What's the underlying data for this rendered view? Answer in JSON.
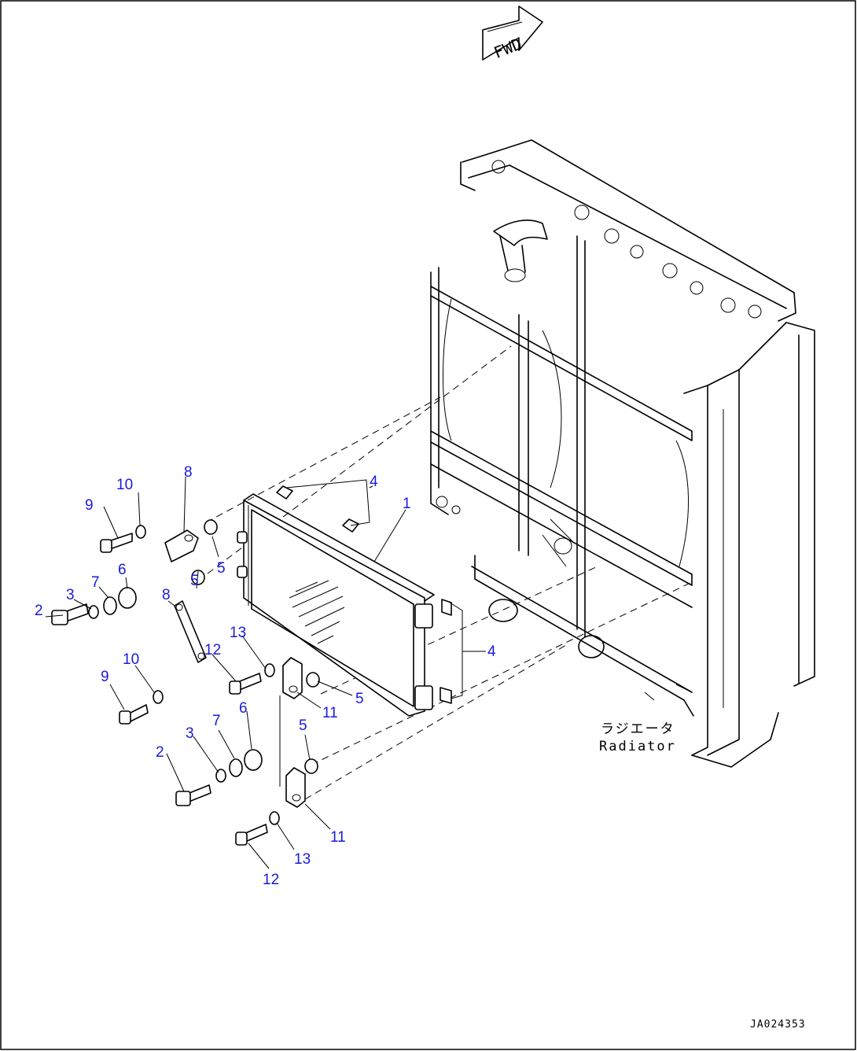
{
  "orientation": {
    "arrow_label": "FWD"
  },
  "radiator_label": {
    "japanese": "ラジエータ",
    "english": "Radiator"
  },
  "drawing_code": "JA024353",
  "callout_color": "#1a1adc",
  "callouts": {
    "c1": "1",
    "c2a": "2",
    "c2b": "2",
    "c3a": "3",
    "c3b": "3",
    "c4a": "4",
    "c4b": "4",
    "c5a": "5",
    "c5b": "5",
    "c5c": "5",
    "c5d": "5",
    "c6a": "6",
    "c6b": "6",
    "c7a": "7",
    "c7b": "7",
    "c8a": "8",
    "c8b": "8",
    "c9a": "9",
    "c9b": "9",
    "c10a": "10",
    "c10b": "10",
    "c11a": "11",
    "c11b": "11",
    "c12a": "12",
    "c12b": "12",
    "c13a": "13",
    "c13b": "13"
  }
}
